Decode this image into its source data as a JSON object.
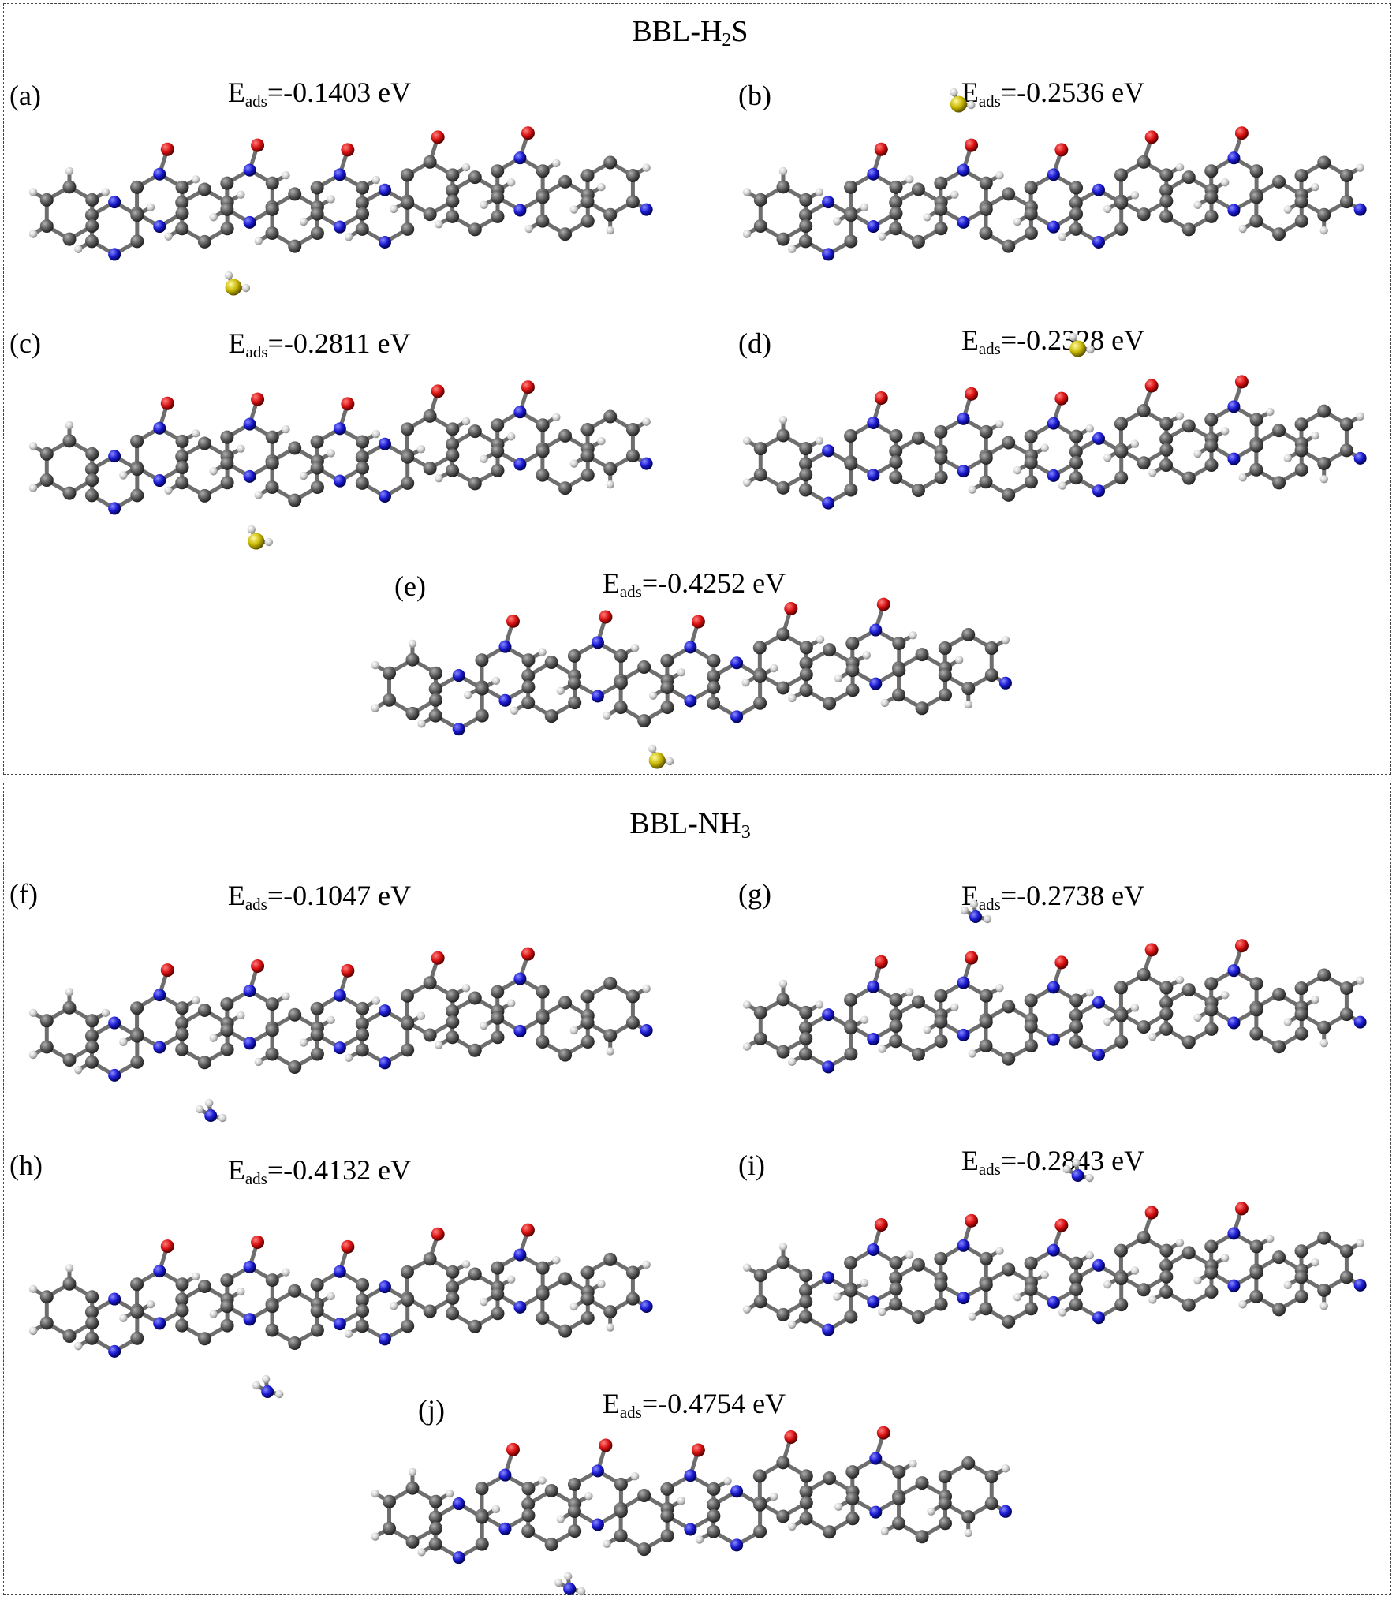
{
  "groups": [
    {
      "id": "h2s",
      "title_prefix": "BBL-H",
      "title_sub": "2",
      "title_suffix": "S",
      "adsorbate": "H2S",
      "panels": [
        {
          "letter": "(a)",
          "energy": "=-0.1403 eV",
          "gas_side": "below",
          "gas_pos": 0.3
        },
        {
          "letter": "(b)",
          "energy": "=-0.2536 eV",
          "gas_side": "above",
          "gas_pos": 0.32
        },
        {
          "letter": "(c)",
          "energy": "=-0.2811 eV",
          "gas_side": "below",
          "gas_pos": 0.34
        },
        {
          "letter": "(d)",
          "energy": "=-0.2328 eV",
          "gas_side": "above",
          "gas_pos": 0.53
        },
        {
          "letter": "(e)",
          "energy": "=-0.4252 eV",
          "gas_side": "below",
          "gas_pos": 0.43
        }
      ]
    },
    {
      "id": "nh3",
      "title_prefix": "BBL-NH",
      "title_sub": "3",
      "title_suffix": "",
      "adsorbate": "NH3",
      "panels": [
        {
          "letter": "(f)",
          "energy": "=-0.1047 eV",
          "gas_side": "below",
          "gas_pos": 0.26
        },
        {
          "letter": "(g)",
          "energy": "=-0.2738 eV",
          "gas_side": "above",
          "gas_pos": 0.35
        },
        {
          "letter": "(h)",
          "energy": "=-0.4132 eV",
          "gas_side": "below",
          "gas_pos": 0.36
        },
        {
          "letter": "(i)",
          "energy": "=-0.2843 eV",
          "gas_side": "above",
          "gas_pos": 0.53
        },
        {
          "letter": "(j)",
          "energy": "=-0.4754 eV",
          "gas_side": "below",
          "gas_pos": 0.28
        }
      ]
    }
  ],
  "energy_symbol": "E",
  "energy_sub": "ads",
  "atom_colors": {
    "C": "#5a5a5a",
    "H": "#d4d4d4",
    "N": "#1a1ad0",
    "O": "#d81010",
    "S": "#c9b800"
  }
}
